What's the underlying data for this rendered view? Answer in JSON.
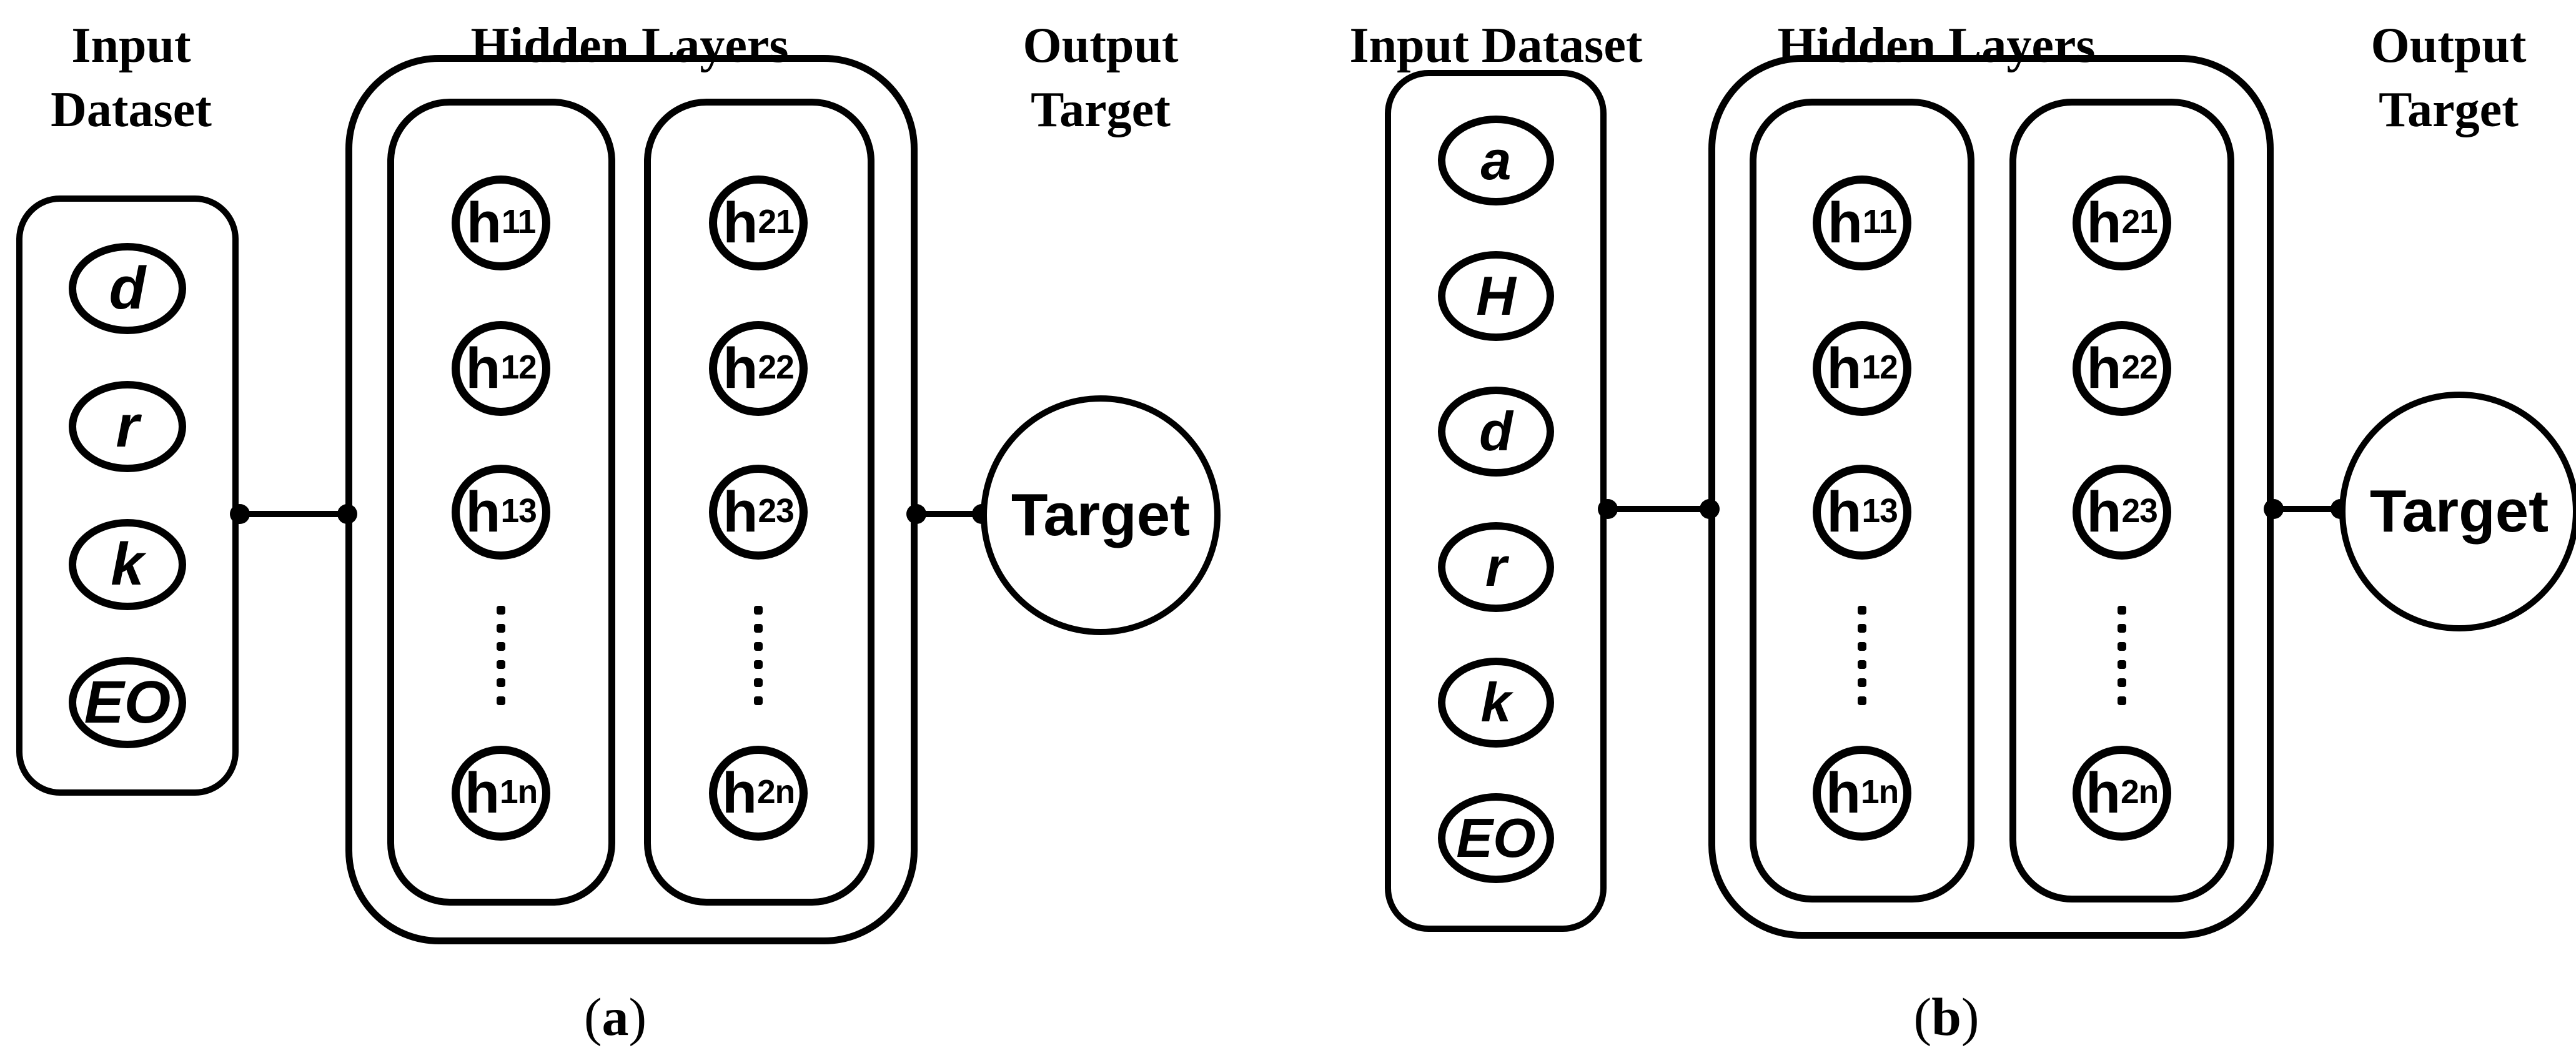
{
  "figure": {
    "background": "#ffffff",
    "stroke_color": "#000000"
  },
  "diagram_a": {
    "input_title": {
      "line1": "Input",
      "line2": "Dataset"
    },
    "hidden_title": "Hidden Layers",
    "output_title": {
      "line1": "Output",
      "line2": "Target"
    },
    "input_nodes": [
      {
        "label": "d"
      },
      {
        "label": "r"
      },
      {
        "label": "k"
      },
      {
        "label": "EO"
      }
    ],
    "hidden_layer_1": [
      {
        "base": "h",
        "sub": "11"
      },
      {
        "base": "h",
        "sub": "12"
      },
      {
        "base": "h",
        "sub": "13"
      },
      {
        "base": "h",
        "sub": "1n"
      }
    ],
    "hidden_layer_2": [
      {
        "base": "h",
        "sub": "21"
      },
      {
        "base": "h",
        "sub": "22"
      },
      {
        "base": "h",
        "sub": "23"
      },
      {
        "base": "h",
        "sub": "2n"
      }
    ],
    "target_label": "Target",
    "caption": {
      "open": "(",
      "letter": "a",
      "close": ")"
    }
  },
  "diagram_b": {
    "input_title": {
      "line1": "Input Dataset"
    },
    "hidden_title": "Hidden Layers",
    "output_title": {
      "line1": "Output",
      "line2": "Target"
    },
    "input_nodes": [
      {
        "label": "a"
      },
      {
        "label": "H"
      },
      {
        "label": "d"
      },
      {
        "label": "r"
      },
      {
        "label": "k"
      },
      {
        "label": "EO"
      }
    ],
    "hidden_layer_1": [
      {
        "base": "h",
        "sub": "11"
      },
      {
        "base": "h",
        "sub": "12"
      },
      {
        "base": "h",
        "sub": "13"
      },
      {
        "base": "h",
        "sub": "1n"
      }
    ],
    "hidden_layer_2": [
      {
        "base": "h",
        "sub": "21"
      },
      {
        "base": "h",
        "sub": "22"
      },
      {
        "base": "h",
        "sub": "23"
      },
      {
        "base": "h",
        "sub": "2n"
      }
    ],
    "target_label": "Target",
    "caption": {
      "open": "(",
      "letter": "b",
      "close": ")"
    }
  }
}
